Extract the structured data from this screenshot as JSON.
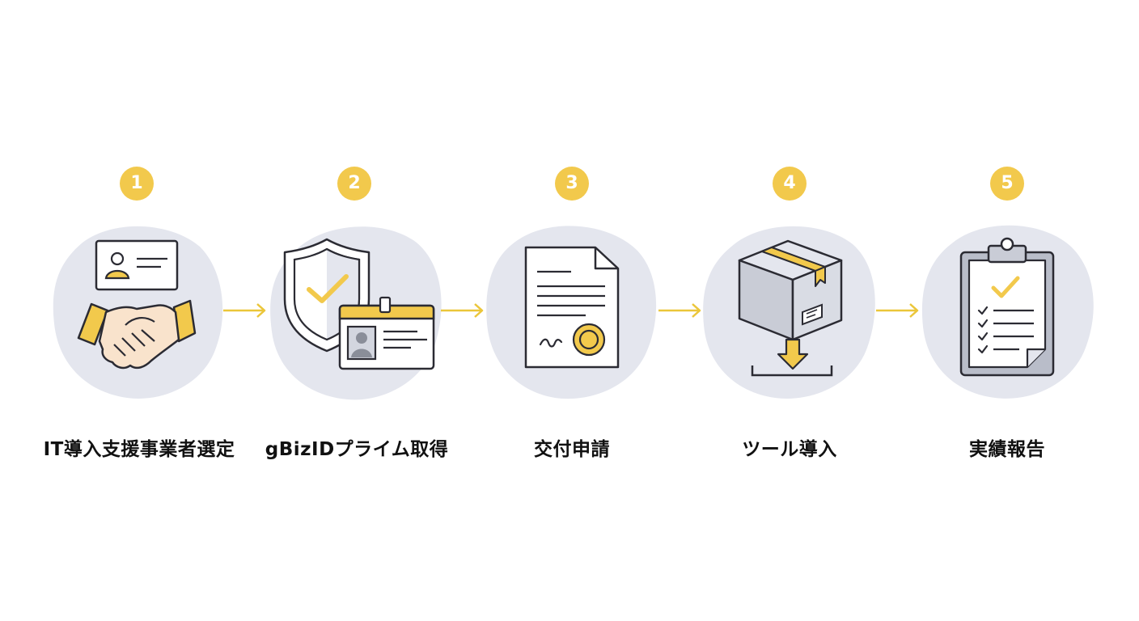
{
  "colors": {
    "accent": "#F2C94C",
    "blob": "#E4E6EE",
    "stroke": "#2B2B33",
    "arrow": "#EBC63A",
    "text": "#111111"
  },
  "steps": [
    {
      "number": "1",
      "label": "IT導入支援事業者選定",
      "icon": "handshake-business-card-icon"
    },
    {
      "number": "2",
      "label": "gBizIDプライム取得",
      "icon": "shield-id-card-icon"
    },
    {
      "number": "3",
      "label": "交付申請",
      "icon": "certificate-document-icon"
    },
    {
      "number": "4",
      "label": "ツール導入",
      "icon": "package-install-icon"
    },
    {
      "number": "5",
      "label": "実績報告",
      "icon": "clipboard-checklist-icon"
    }
  ]
}
